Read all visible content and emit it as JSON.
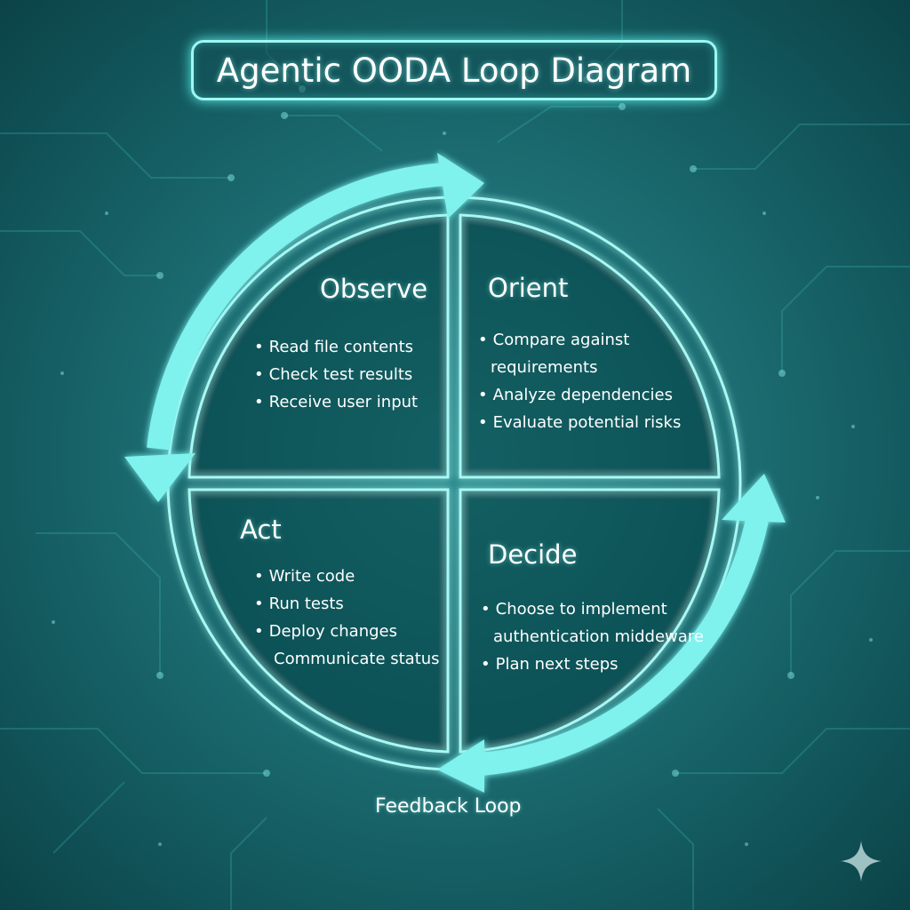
{
  "title": "Agentic OODA Loop Diagram",
  "colors": {
    "background": "#1f7478",
    "glow": "#5ef0ea",
    "line": "#a8f8f4",
    "arrow": "#7ff2ee",
    "text": "#ffffff"
  },
  "quadrants": {
    "observe": {
      "heading": "Observe",
      "items": [
        "Read file contents",
        "Check test results",
        "Receive user input"
      ]
    },
    "orient": {
      "heading": "Orient",
      "items": [
        "Compare against",
        "requirements",
        "Analyze dependencies",
        "Evaluate potential risks"
      ]
    },
    "decide": {
      "heading": "Decide",
      "items": [
        "Choose to implement",
        "authentication middeware",
        "Plan next steps"
      ]
    },
    "act": {
      "heading": "Act",
      "items": [
        "Write code",
        "Run tests",
        "Deploy changes",
        "Communicate status"
      ]
    }
  },
  "feedback_label": "Feedback Loop",
  "icons": {
    "arrows": "curved-arrow-icon",
    "watermark": "sparkle-icon"
  }
}
